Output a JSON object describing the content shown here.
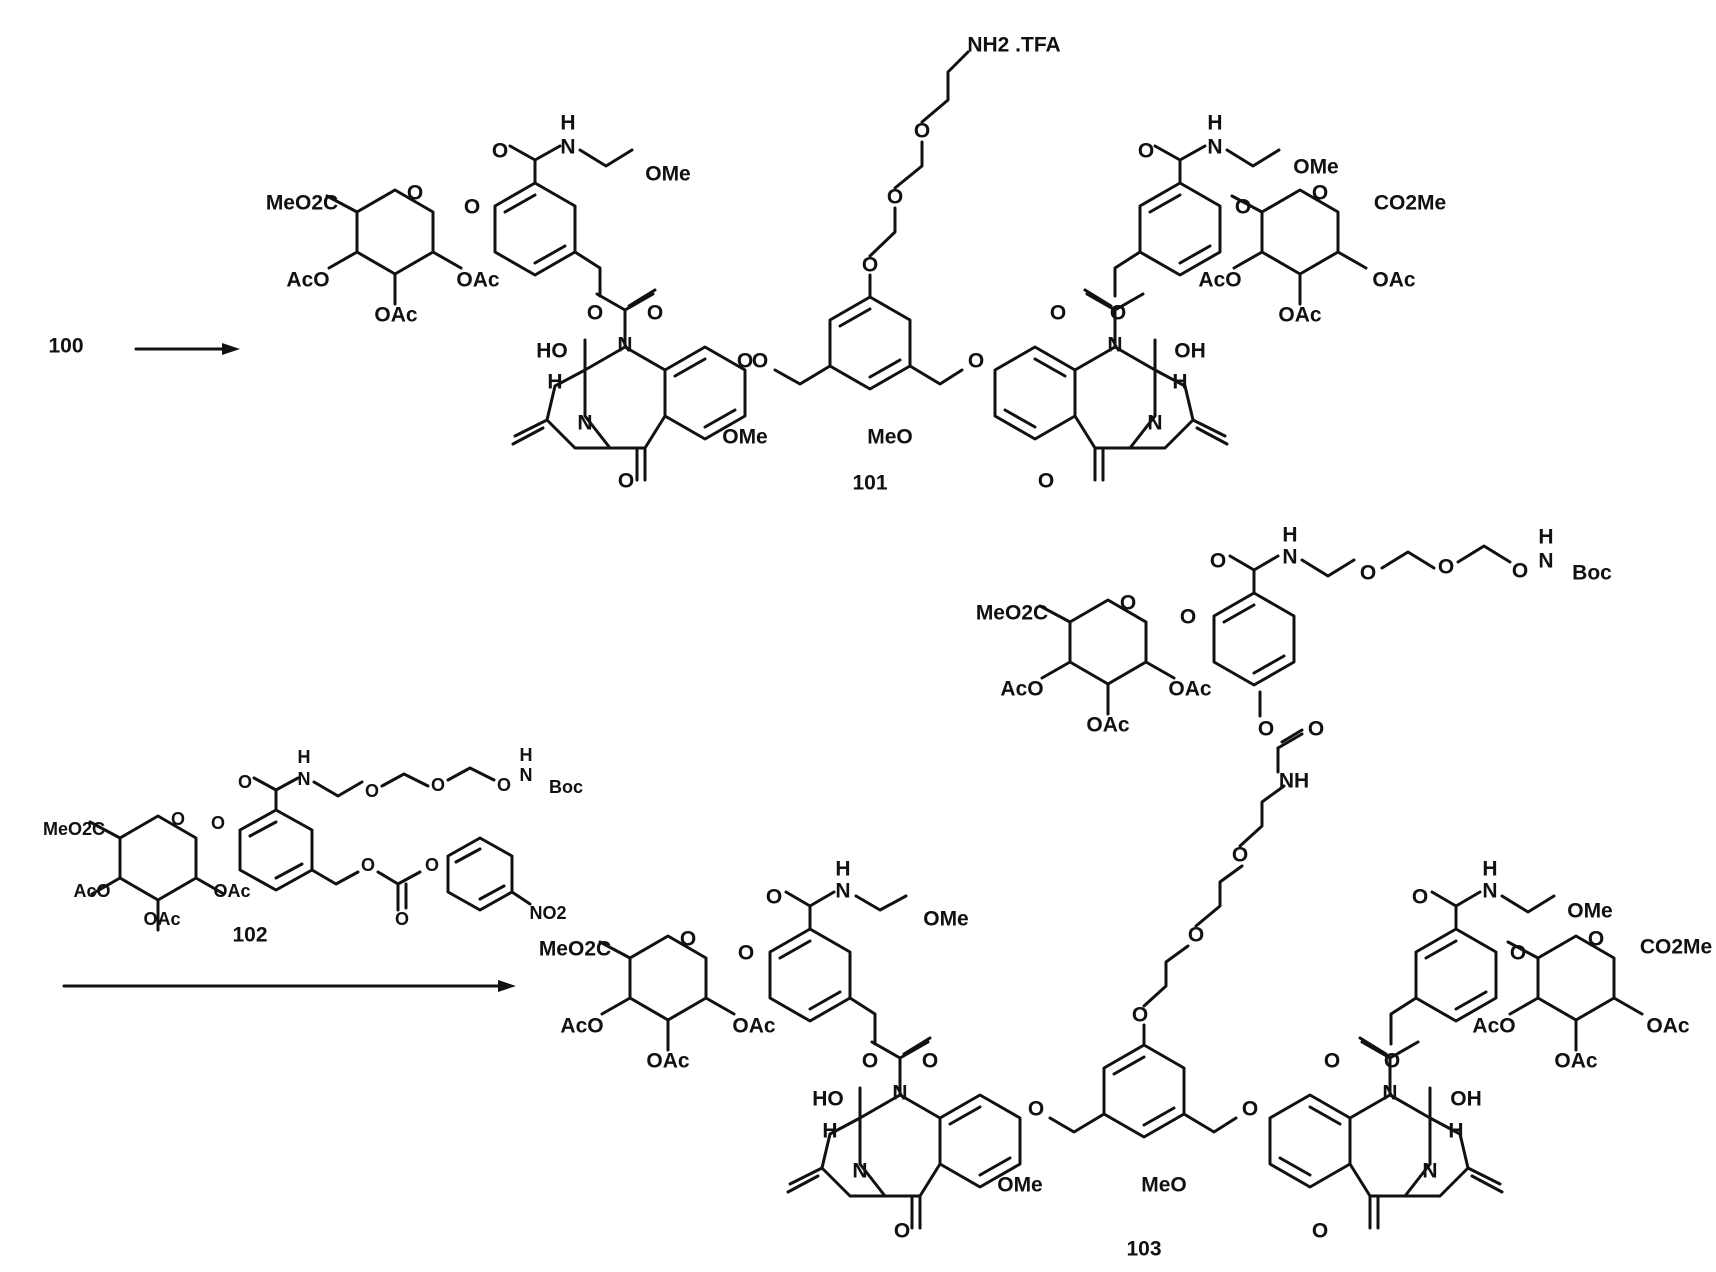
{
  "compounds": {
    "c100": "100",
    "c101": "101",
    "c102": "102",
    "c103": "103"
  },
  "labels": {
    "nh2_tfa": "NH2 .TFA",
    "nh": "N",
    "h": "H",
    "o": "O",
    "n": "N",
    "ho": "HO",
    "oh": "OH",
    "ome": "OMe",
    "meo": "MeO",
    "meo2c": "MeO2C",
    "co2me": "CO2Me",
    "aco": "AcO",
    "oac": "OAc",
    "boc": "Boc",
    "no2": "NO2",
    "nh_text": "NH"
  }
}
